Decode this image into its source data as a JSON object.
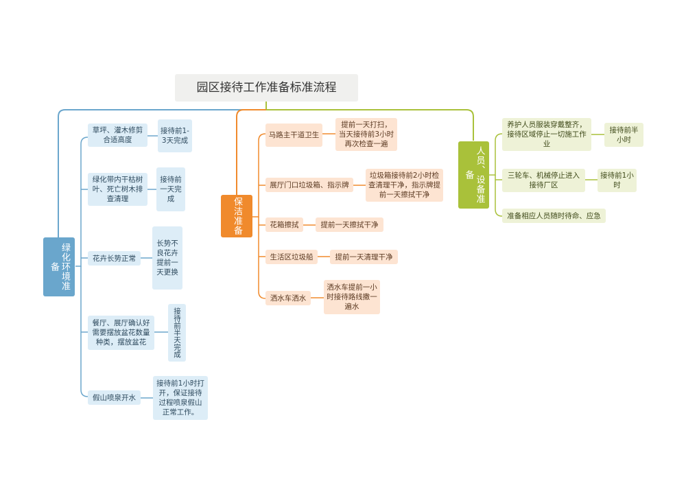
{
  "title": "园区接待工作准备标准流程",
  "branches": {
    "greening": {
      "label": "绿化环境准备",
      "color": "#6aa6cc",
      "items": [
        {
          "text": "草坪、灌木修剪合适高度",
          "note": "接待前1-3天完成"
        },
        {
          "text": "绿化带内干枯树叶、死亡树木排查清理",
          "note": "接待前一天完成"
        },
        {
          "text": "花卉长势正常",
          "note": "长势不良花卉提前一天更换"
        },
        {
          "text": "餐厅、展厅确认好需要摆放盆花数量种类，摆放盆花",
          "note": "接待前半天完成"
        },
        {
          "text": "假山喷泉开水",
          "note": "接待前1小时打开，保证接待过程喷泉假山正常工作。"
        }
      ]
    },
    "cleaning": {
      "label": "保洁准备",
      "color": "#f08a2c",
      "items": [
        {
          "text": "马路主干道卫生",
          "note": "提前一天打扫，当天接待前3小时再次检查一遍"
        },
        {
          "text": "展厅门口垃圾箱、指示牌",
          "note": "垃圾箱接待前2小时检查清理干净，指示牌提前一天擦拭干净"
        },
        {
          "text": "花箱擦拭",
          "note": "提前一天擦拭干净"
        },
        {
          "text": "生活区垃圾船",
          "note": "提前一天清理干净"
        },
        {
          "text": "洒水车洒水",
          "note": "洒水车提前一小时接待路线撒一遍水"
        }
      ]
    },
    "staff": {
      "label": "人员、设备准备",
      "color": "#a9c13a",
      "items": [
        {
          "text": "养护人员服装穿戴整齐，接待区域停止一切施工作业",
          "note": "接待前半小时"
        },
        {
          "text": "三轮车、机械停止进入接待厂区",
          "note": "接待前1小时"
        },
        {
          "text": "准备相应人员随时待命、应急",
          "note": ""
        }
      ]
    }
  }
}
